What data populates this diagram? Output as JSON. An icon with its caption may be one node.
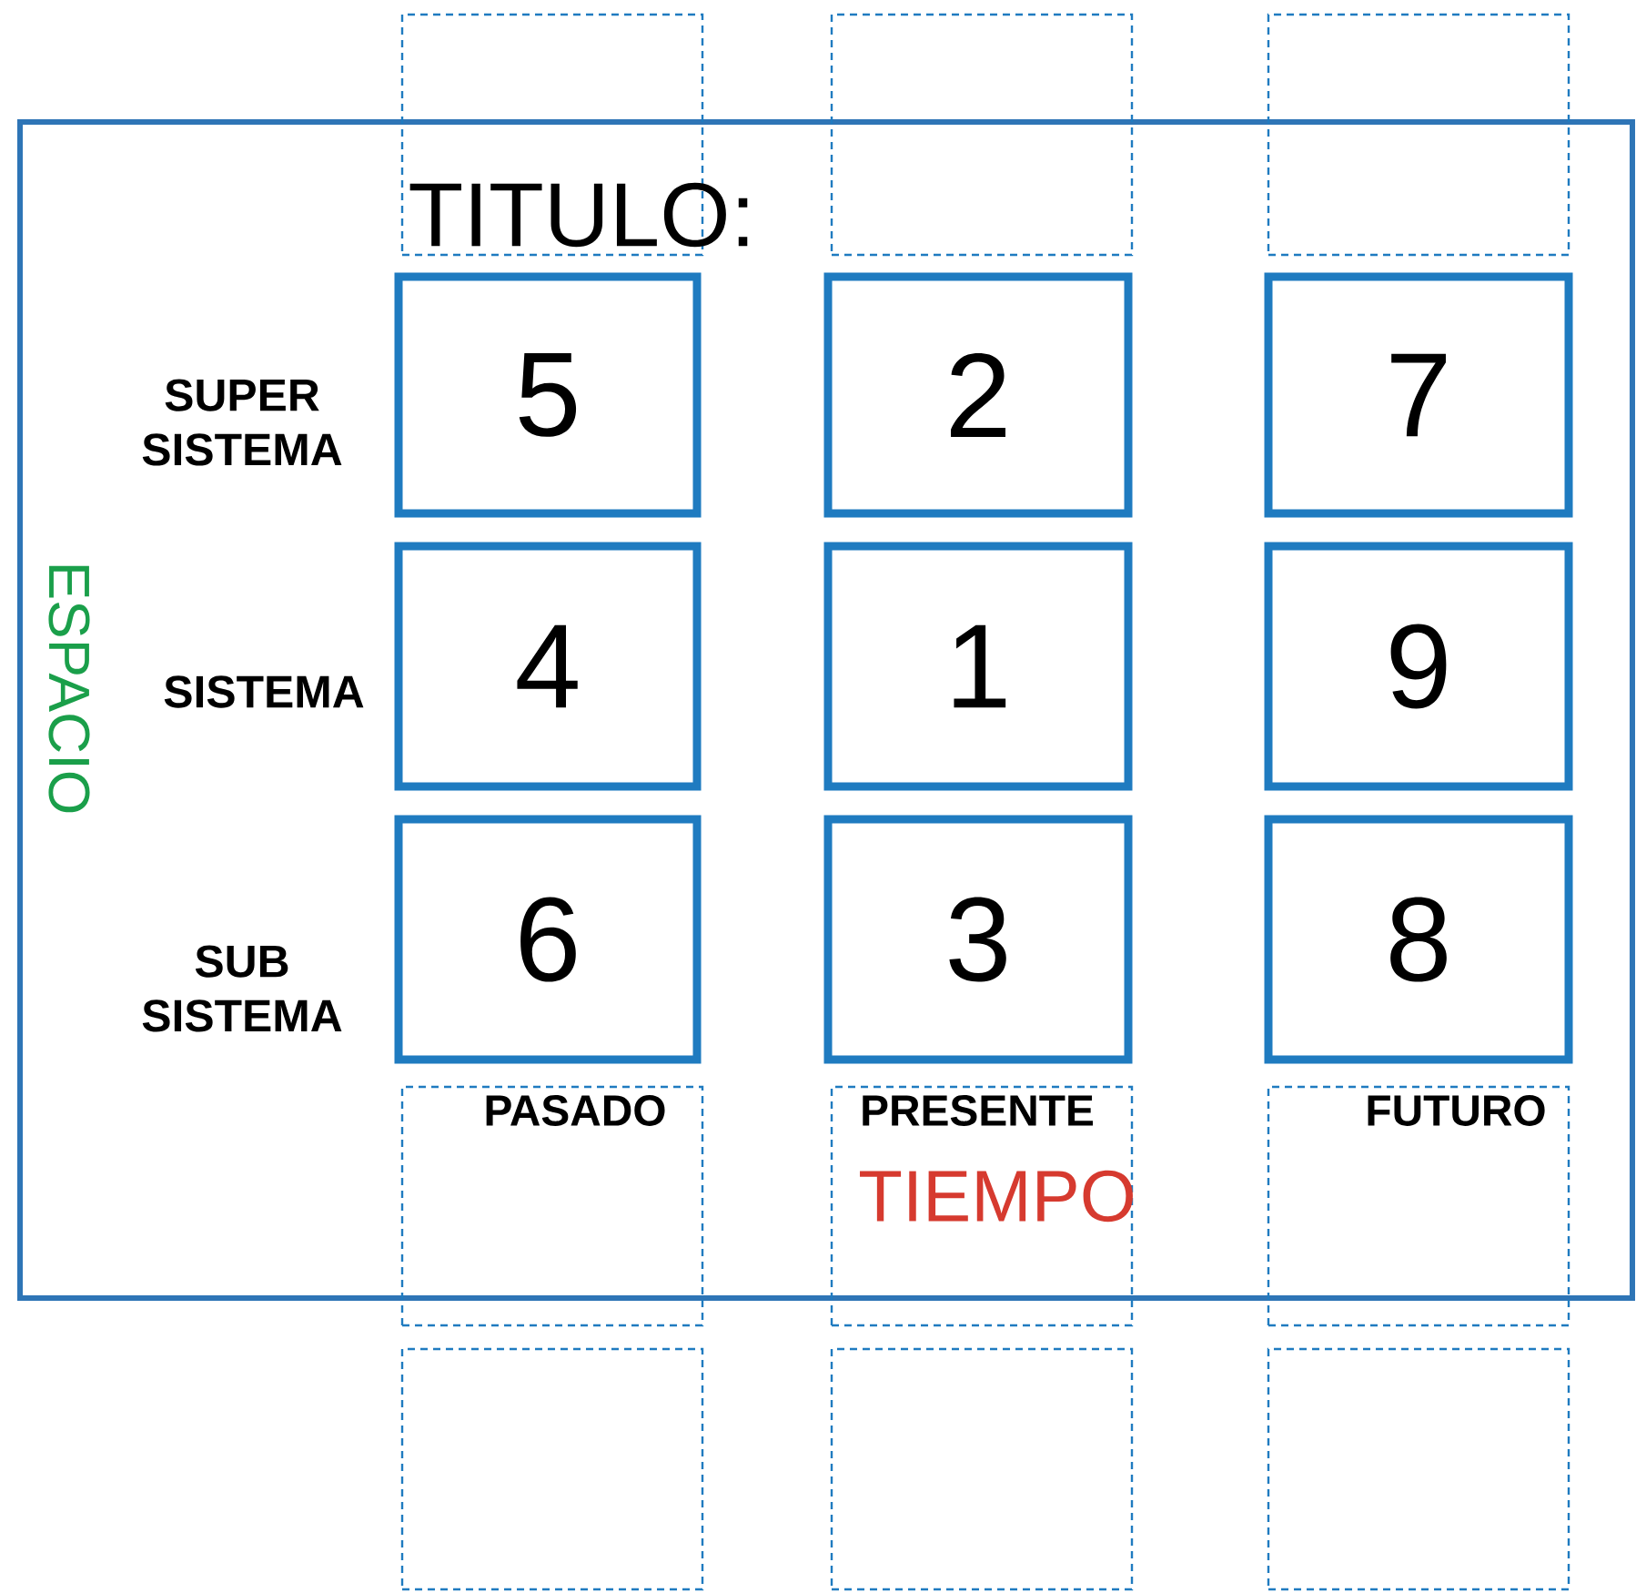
{
  "diagram": {
    "title": "TITULO:",
    "nodes": [
      {
        "text": [],
        "shape": "box"
      },
      {
        "text": [],
        "shape": "box"
      },
      {
        "text": [],
        "shape": "box"
      },
      {
        "text": [],
        "shape": "box"
      },
      {
        "text": [
          "5"
        ],
        "in": 0
      },
      {
        "text": [
          "2"
        ],
        "in": 0
      },
      {
        "text": [
          "7"
        ],
        "in": 0
      },
      {
        "text": [
          "4"
        ],
        "in": 0
      },
      {
        "text": [
          "1"
        ],
        "in": 0
      },
      {
        "text": [
          "9"
        ],
        "in": 0
      },
      {
        "text": [
          "6"
        ],
        "in": 0
      },
      {
        "text": [
          "3"
        ],
        "in": 0
      },
      {
        "text": [
          "8"
        ],
        "in": 0
      },
      {
        "text": [],
        "shape": "box"
      },
      {
        "text": [],
        "shape": "box"
      },
      {
        "text": [],
        "shape": "box"
      },
      {
        "text": [],
        "shape": "box"
      },
      {
        "text": [],
        "shape": "box"
      },
      {
        "text": [],
        "shape": "box"
      }
    ],
    "labels": [
      "SUPER SISTEMA",
      "ESPACIO",
      "SISTEMA",
      "SUB SISTEMA",
      "PASADO",
      "PRESENTE",
      "FUTURO",
      "TIEMPO"
    ]
  }
}
